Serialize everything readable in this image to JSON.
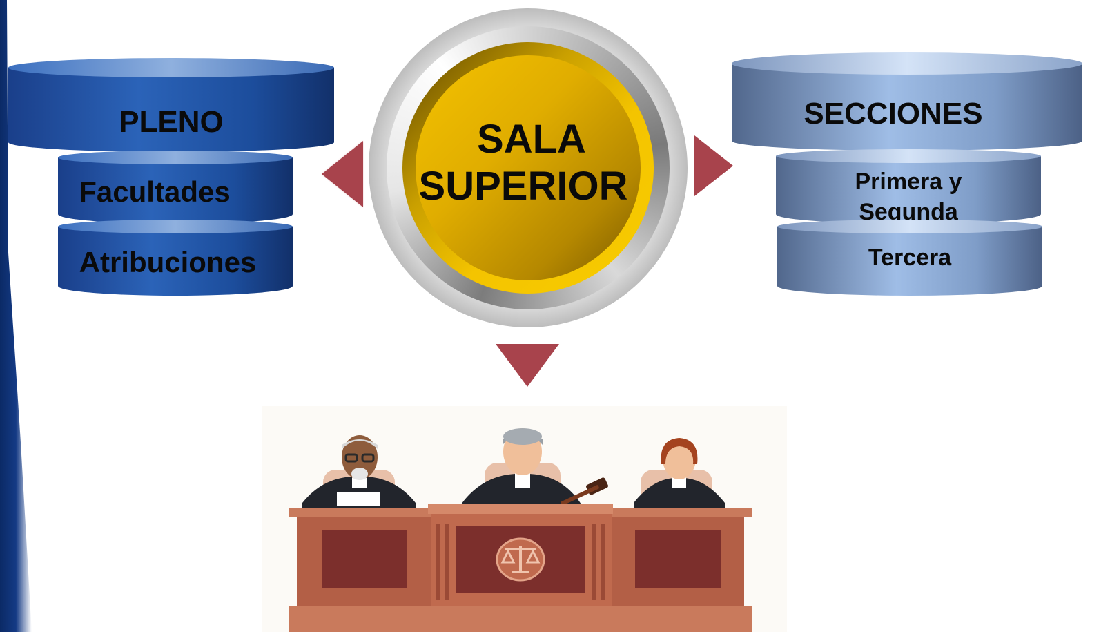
{
  "left_stack": {
    "title": "PLENO",
    "items": [
      "Facultades",
      "Atribuciones"
    ]
  },
  "center": {
    "title_line1": "SALA",
    "title_line2": "SUPERIOR"
  },
  "right_stack": {
    "title": "SECCIONES",
    "item1_line1": "Primera y",
    "item1_line2": "Segunda",
    "item2": "Tercera"
  },
  "colors": {
    "arrow": "#a8434c",
    "gold": "#f4c200",
    "blue": "#1c4d9c",
    "steel": "#7f9dc8",
    "desk": "#b35f46"
  },
  "illustration": {
    "subject": "judges-panel",
    "emblem": "scales-of-justice-icon"
  }
}
